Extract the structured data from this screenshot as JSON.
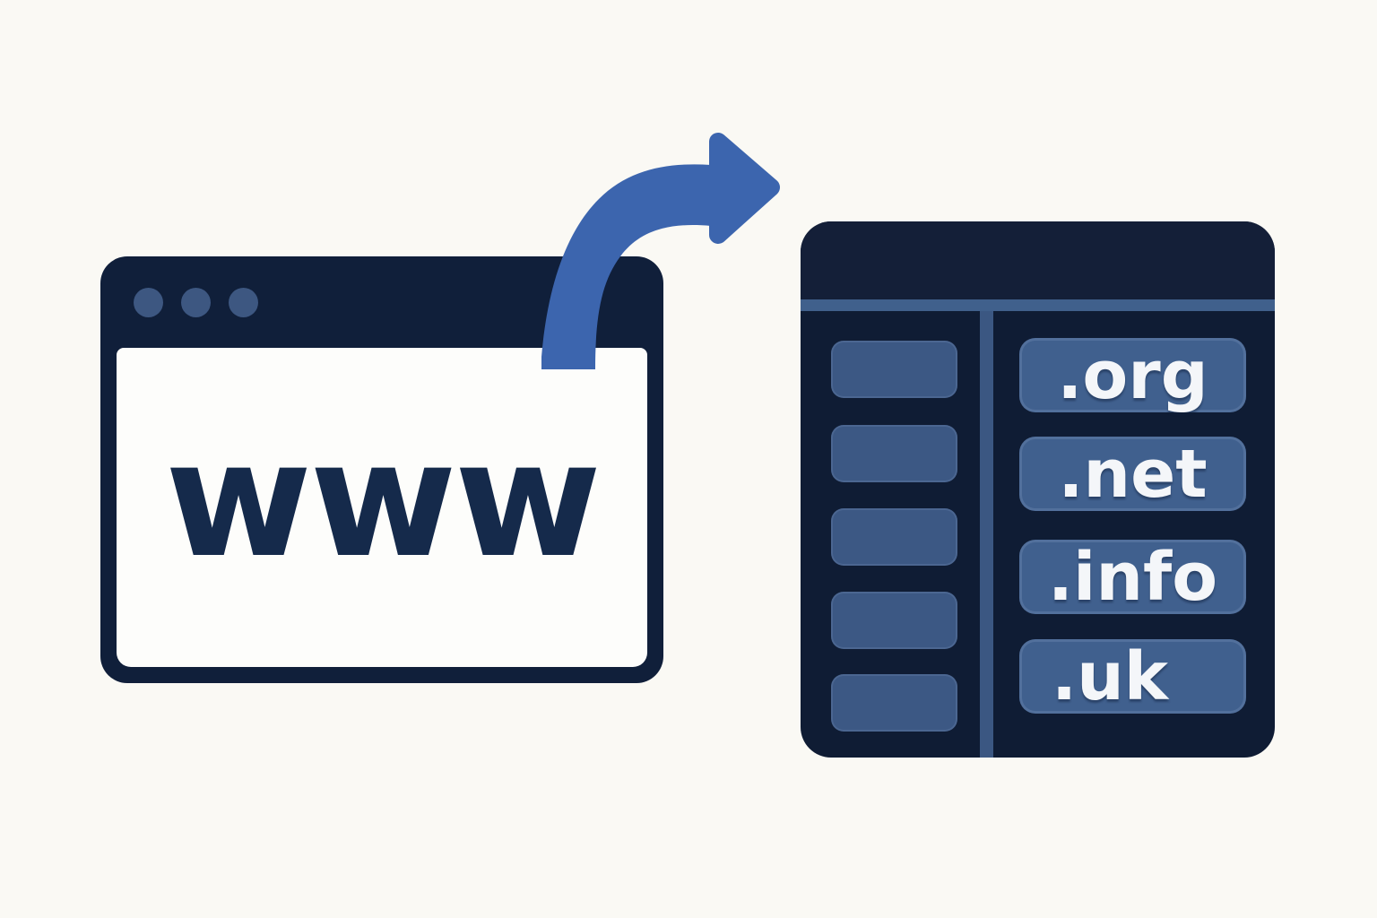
{
  "scene": {
    "background": "#faf9f4",
    "description": "Illustration of a browser window labelled www with a curved arrow pointing to a panel of domain extensions"
  },
  "browser_window": {
    "frame_color": "#101f3a",
    "body_color": "#fdfdfb",
    "dot_color": "#3d5781",
    "dots_count": 3,
    "content_text": "www",
    "content_text_color": "#152a4b"
  },
  "arrow": {
    "color": "#3c65ae",
    "direction": "curved-up-right"
  },
  "domain_panel": {
    "panel_color": "#0f1c34",
    "header_color": "#141f38",
    "divider_color": "#40608c",
    "placeholder_color": "#3c5884",
    "placeholders_count": 5,
    "button_color": "#40608e",
    "button_text_color": "#f4f6f9",
    "extensions": [
      ".org",
      ".net",
      ".info",
      ".uk"
    ]
  }
}
